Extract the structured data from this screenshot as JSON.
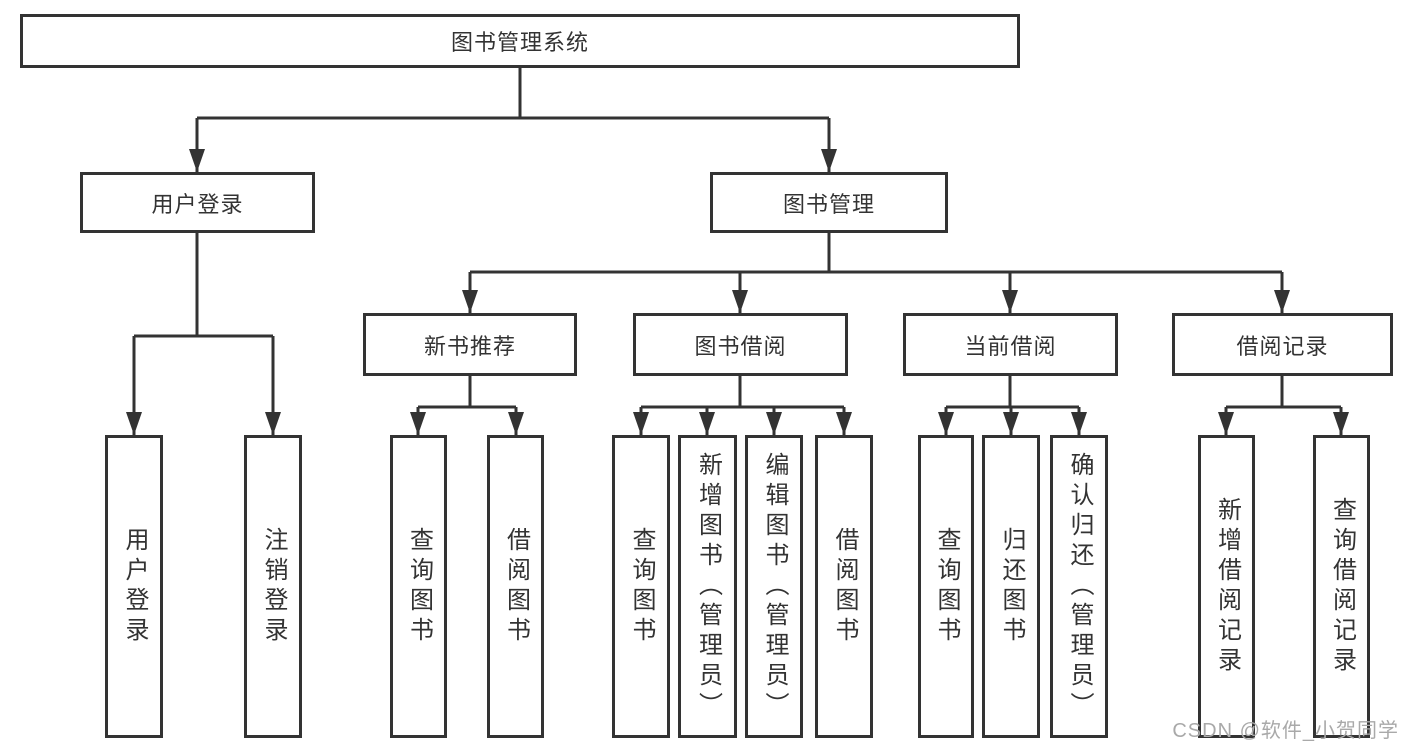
{
  "nodes": {
    "root": "图书管理系统",
    "user_login": "用户登录",
    "book_management": "图书管理",
    "new_book_recommendation": "新书推荐",
    "book_borrowing": "图书借阅",
    "current_borrowing": "当前借阅",
    "borrowing_records": "借阅记录"
  },
  "leaves": {
    "user_login": "用户登录",
    "logout_login": "注销登录",
    "recommend_query_books": "查询图书",
    "recommend_borrow_books": "借阅图书",
    "borrow_query_books": "查询图书",
    "borrow_add_books_admin": "新增图书（管理员）",
    "borrow_edit_books_admin": "编辑图书（管理员）",
    "borrow_borrow_books": "借阅图书",
    "current_query_books": "查询图书",
    "current_return_books": "归还图书",
    "current_confirm_return_admin": "确认归还（管理员）",
    "records_add_record": "新增借阅记录",
    "records_query_record": "查询借阅记录"
  },
  "watermark": "CSDN @软件_小贺同学",
  "colors": {
    "line": "#333333",
    "text": "#333333",
    "background": "#ffffff",
    "watermark": "#a9a9a9"
  }
}
